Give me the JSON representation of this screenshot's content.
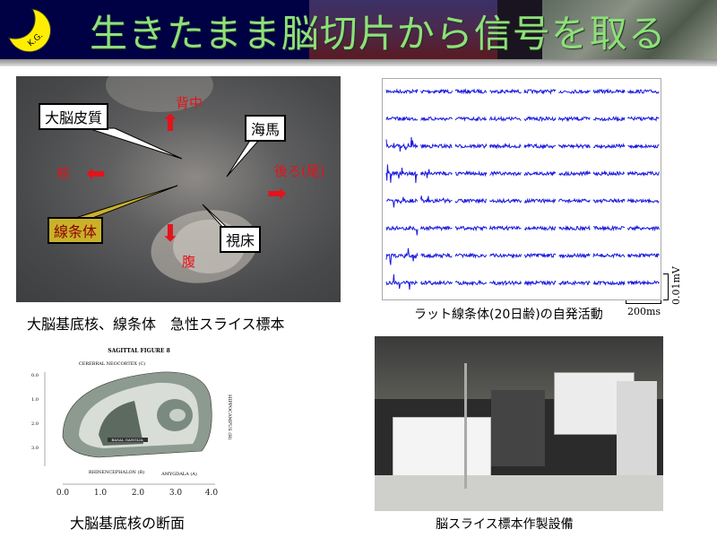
{
  "header": {
    "title": "生きたまま脳切片から信号を取る",
    "logo_text": "K.G."
  },
  "photo_slice": {
    "labels": {
      "cortex": "大脳皮質",
      "hippocampus": "海馬",
      "striatum": "線条体",
      "thalamus": "視床"
    },
    "directions": {
      "dorsal": "背中",
      "anterior": "前",
      "posterior": "後ろ(尾)",
      "ventral": "腹"
    },
    "caption": "大脳基底核、線条体　急性スライス標本"
  },
  "recording": {
    "caption": "ラット線条体(20日齢)の自発活動",
    "scale_voltage": "0.01mV",
    "scale_time": "200ms",
    "trace_color": "#1a1adf",
    "rows": 8,
    "segments_per_row": 8
  },
  "atlas": {
    "title": "SAGITTAL FIGURE 8",
    "top_label": "CEREBRAL NEOCORTEX (C)",
    "right_label": "HIPPOCAMPUS (H)",
    "middle_label": "BASAL GANGLIA",
    "bottom_left_label": "RHINENCEPHALON (R)",
    "bottom_right_label": "AMYGDALA (A)",
    "y_ticks": [
      "0.0",
      "1.0",
      "2.0",
      "3.0"
    ],
    "x_ticks": [
      "0.0",
      "1.0",
      "2.0",
      "3.0",
      "4.0"
    ],
    "caption": "大脳基底核の断面"
  },
  "equipment": {
    "caption": "脳スライス標本作製設備"
  }
}
